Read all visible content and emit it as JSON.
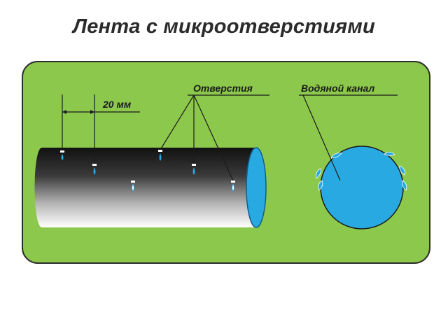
{
  "title": "Лента с микроотверстиями",
  "labels": {
    "spacing": "20 мм",
    "holes": "Отверстия",
    "channel": "Водяной канал"
  },
  "colors": {
    "panel": "#8cc84b",
    "panel_border": "#2d2d2d",
    "water": "#29a9e1",
    "tube_dark": "#1a1a1a",
    "tube_light": "#ffffff"
  }
}
